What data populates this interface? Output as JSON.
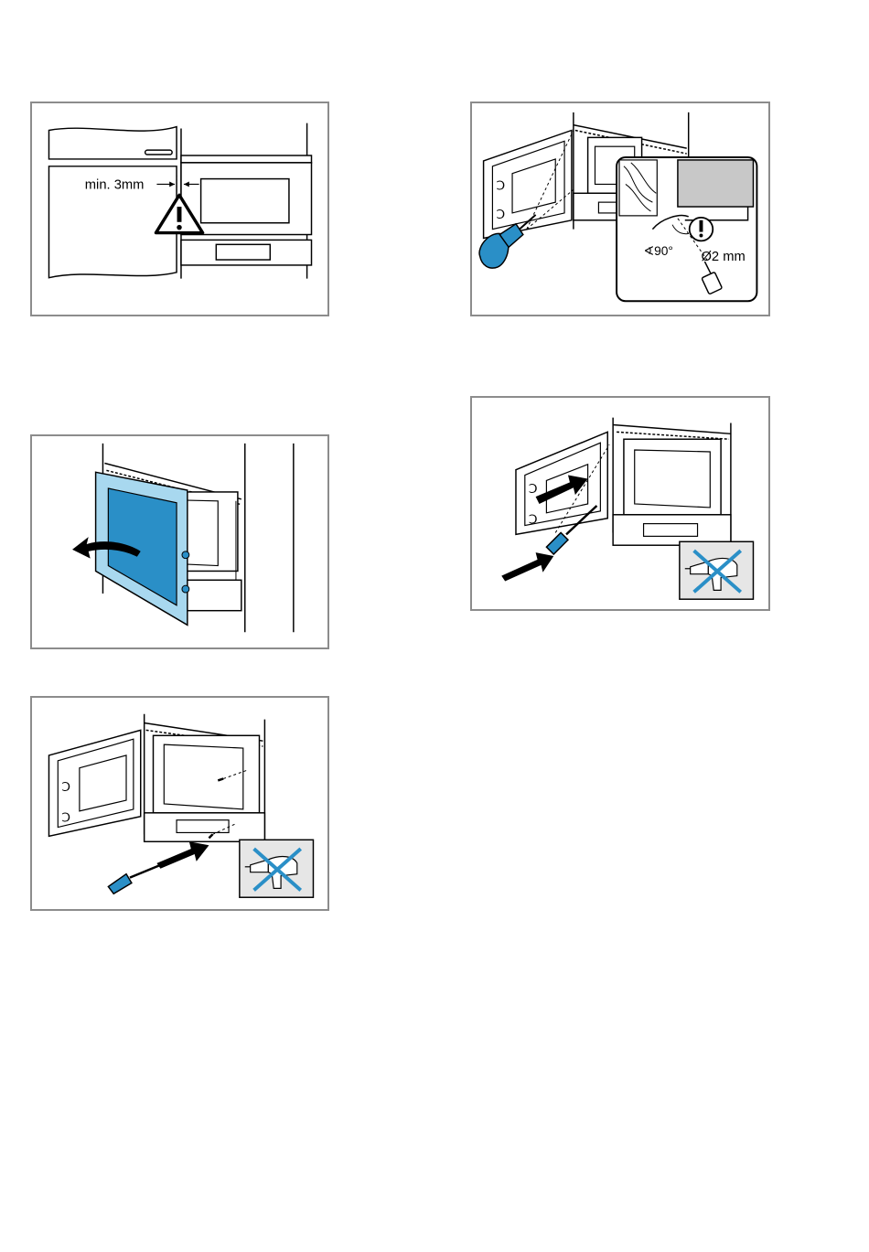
{
  "colors": {
    "frame": "#8c8c8c",
    "accent_blue": "#2a8fc7",
    "light_blue": "#a8d8ef",
    "grey_fill": "#c8c8c8",
    "no_drill_bg": "#e6e6e6"
  },
  "panels": {
    "gap": {
      "label": "min. 3mm",
      "icon": "warning-triangle-icon"
    },
    "drill": {
      "angle_label": "∢90°",
      "diameter_label": "Ø2 mm",
      "warning_icon": "exclamation-icon"
    },
    "door": {
      "icon": "curved-arrow-icon"
    },
    "screw_bottom": {
      "icon": "no-drill-icon"
    },
    "screw_top": {
      "icon": "no-drill-icon"
    }
  }
}
